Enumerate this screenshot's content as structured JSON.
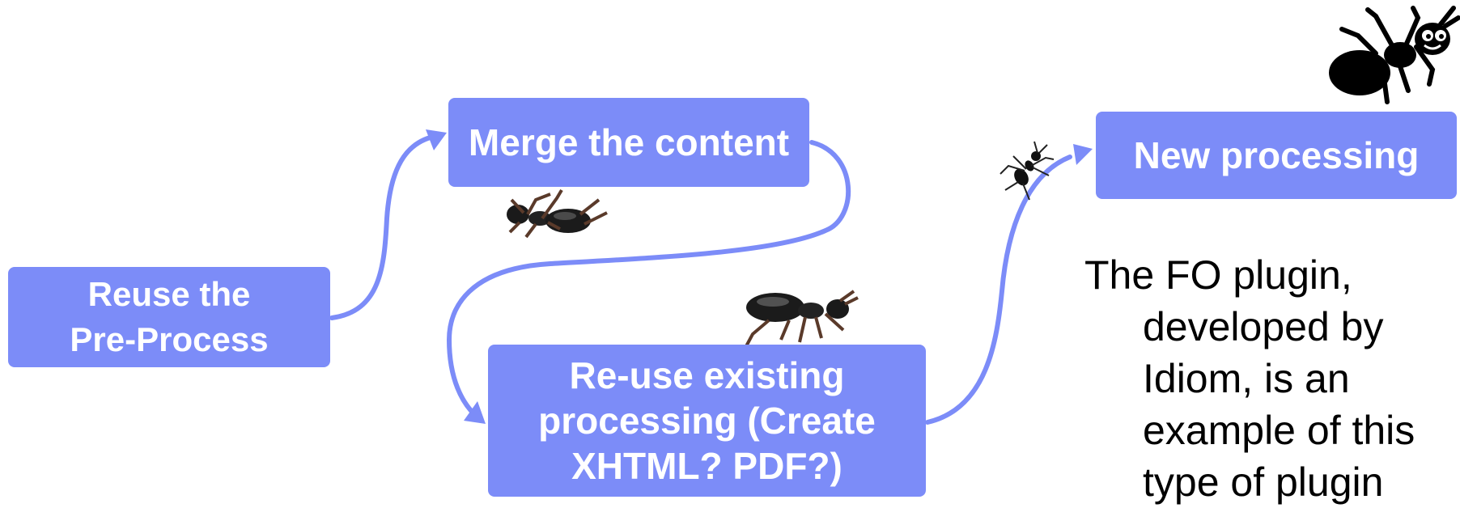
{
  "colors": {
    "box_fill": "#7c8cf8",
    "box_text": "#ffffff",
    "arrow": "#7c8cf8",
    "note_text": "#000000"
  },
  "boxes": {
    "reuse": "Reuse the\nPre-Process",
    "merge": "Merge the content",
    "existing": "Re-use existing\nprocessing (Create\nXHTML? PDF?)",
    "new": "New processing"
  },
  "note": {
    "lines": [
      "The FO plugin,",
      "developed by",
      "Idiom, is an",
      "example of this",
      "type of plugin"
    ]
  },
  "icons": [
    "ant-icon",
    "ant-icon",
    "ant-icon",
    "ant-icon",
    "cartoon-ant-icon"
  ]
}
